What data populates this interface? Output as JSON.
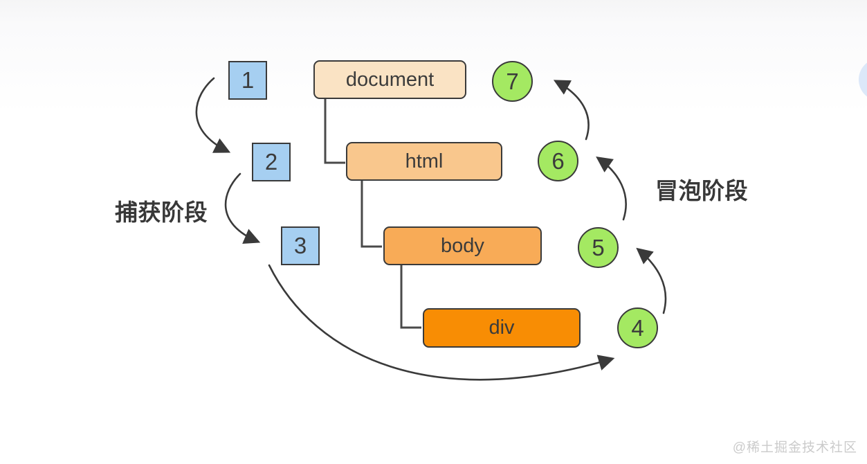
{
  "phases": {
    "capture": {
      "label": "捕获阶段",
      "steps": [
        "1",
        "2",
        "3"
      ]
    },
    "bubble": {
      "label": "冒泡阶段",
      "steps": [
        "4",
        "5",
        "6",
        "7"
      ]
    }
  },
  "dom_tree": {
    "nodes": [
      {
        "label": "document"
      },
      {
        "label": "html"
      },
      {
        "label": "body"
      },
      {
        "label": "div"
      }
    ]
  },
  "watermark": "@稀土掘金技术社区",
  "colors": {
    "stroke": "#3a3a3a",
    "capture_step": "#a6cff1",
    "bubble_step": "#a4e962",
    "node_document": "#fae3c4",
    "node_html": "#f9c78d",
    "node_body": "#f8ab57",
    "node_div": "#f88d04"
  }
}
